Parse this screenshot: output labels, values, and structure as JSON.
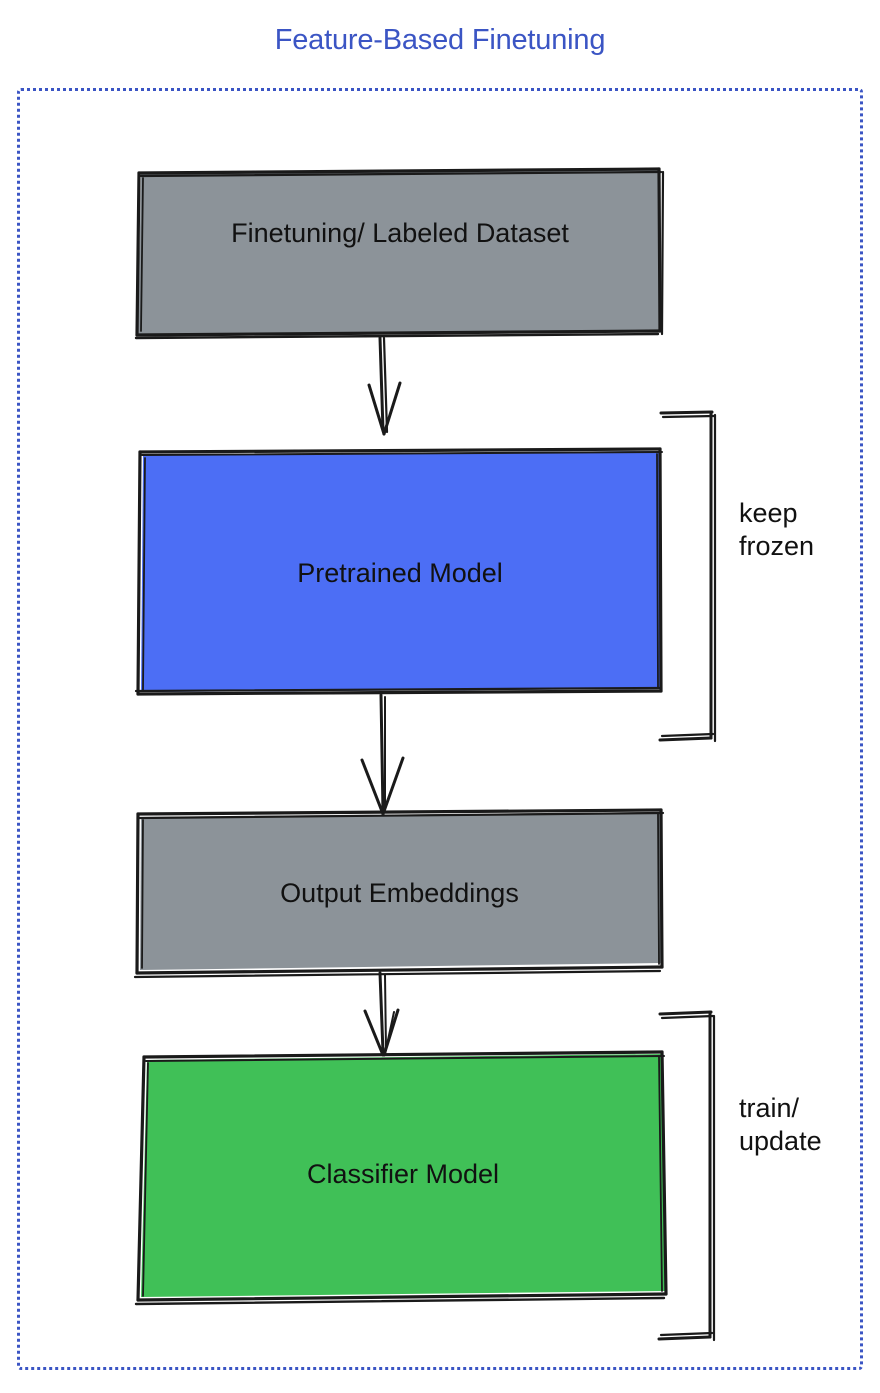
{
  "title": "Feature-Based Finetuning",
  "colors": {
    "title": "#3b55c4",
    "frame_border": "#3b55c4",
    "gray_fill": "#8c9399",
    "blue_fill": "#4c6ef5",
    "green_fill": "#40c057",
    "stroke": "#1a1a1a",
    "background": "#ffffff"
  },
  "nodes": [
    {
      "id": "dataset",
      "label": "Finetuning/ Labeled Dataset",
      "fill": "gray"
    },
    {
      "id": "pretrained",
      "label": "Pretrained Model",
      "fill": "blue"
    },
    {
      "id": "embeddings",
      "label": "Output Embeddings",
      "fill": "gray"
    },
    {
      "id": "classifier",
      "label": "Classifier Model",
      "fill": "green"
    }
  ],
  "annotations": [
    {
      "id": "keep-frozen",
      "label": "keep\nfrozen",
      "target": "pretrained"
    },
    {
      "id": "train-update",
      "label": "train/\nupdate",
      "target": "classifier"
    }
  ],
  "arrows": [
    {
      "from": "dataset",
      "to": "pretrained"
    },
    {
      "from": "pretrained",
      "to": "embeddings"
    },
    {
      "from": "embeddings",
      "to": "classifier"
    }
  ],
  "chart_data": {
    "type": "diagram",
    "title": "Feature-Based Finetuning",
    "flow": [
      "Finetuning/ Labeled Dataset",
      "Pretrained Model",
      "Output Embeddings",
      "Classifier Model"
    ],
    "groupings": [
      {
        "label": "keep frozen",
        "covers": [
          "Pretrained Model"
        ]
      },
      {
        "label": "train/ update",
        "covers": [
          "Classifier Model"
        ]
      }
    ]
  }
}
